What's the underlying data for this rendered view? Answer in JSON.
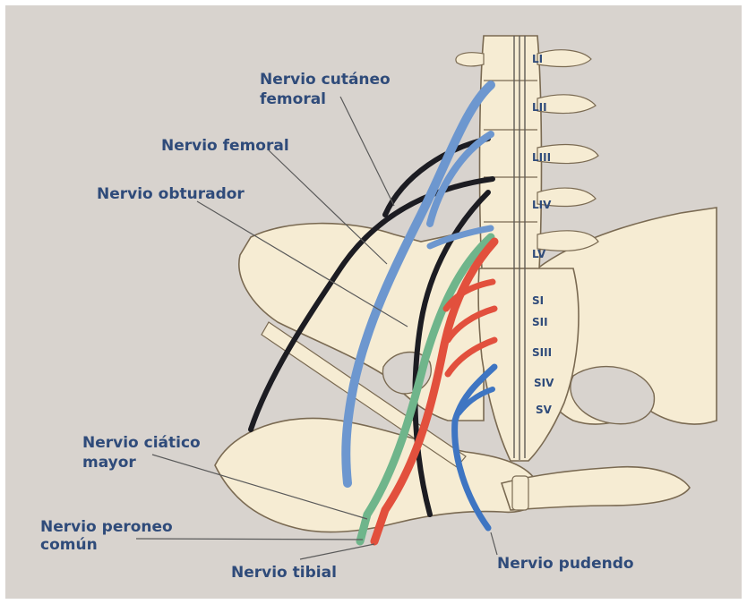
{
  "colors": {
    "background": "#d8d3ce",
    "bone": "#f6ecd3",
    "outline": "#7a6a52",
    "label_text": "#2f4b7a",
    "nerve_blue": "#6d97cf",
    "nerve_dark_blue": "#3e75c2",
    "nerve_black": "#1c1c22",
    "nerve_red": "#e2503d",
    "nerve_green": "#6fb58b"
  },
  "labels": {
    "cutaneo_line1": "Nervio cutáneo",
    "cutaneo_line2": "femoral",
    "femoral": "Nervio femoral",
    "obturador": "Nervio obturador",
    "ciatico_line1": "Nervio ciático",
    "ciatico_line2": "mayor",
    "peroneo_line1": "Nervio peroneo",
    "peroneo_line2": "común",
    "tibial": "Nervio tibial",
    "pudendo": "Nervio pudendo"
  },
  "vertebrae": [
    "LI",
    "LII",
    "LIII",
    "LIV",
    "LV",
    "SI",
    "SII",
    "SIII",
    "SIV",
    "SV"
  ]
}
